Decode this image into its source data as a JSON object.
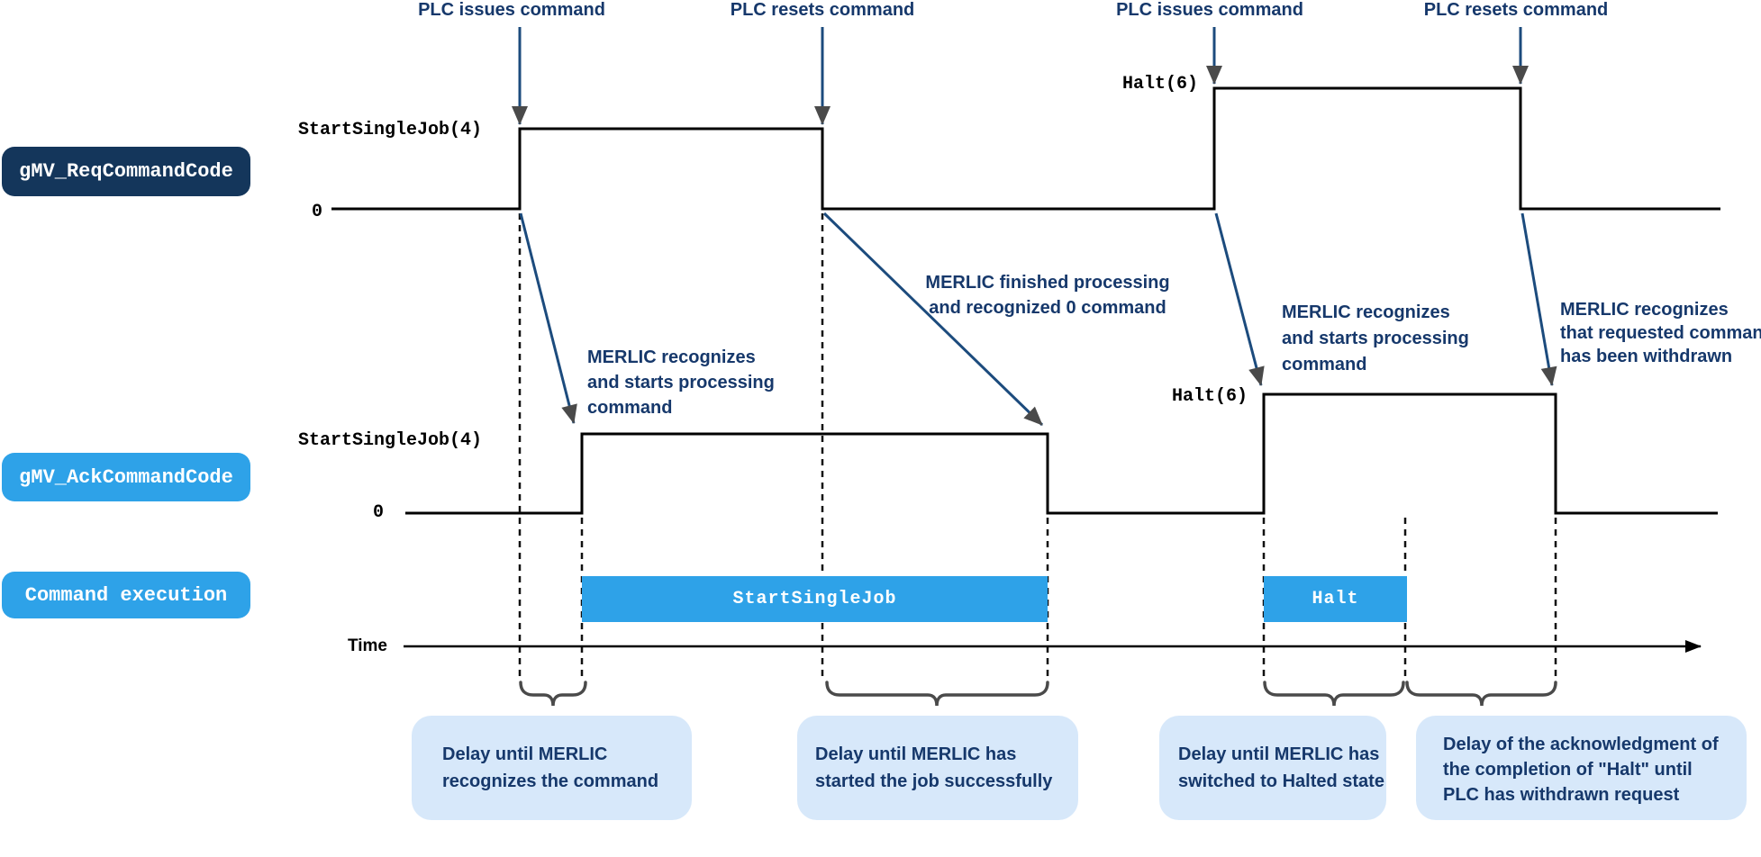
{
  "top_annotations": [
    {
      "label": "PLC issues command"
    },
    {
      "label": "PLC resets command"
    },
    {
      "label": "PLC issues command"
    },
    {
      "label": "PLC resets command"
    }
  ],
  "rows": {
    "req": {
      "label": "gMV_ReqCommandCode",
      "high1": "StartSingleJob(4)",
      "high2": "Halt(6)",
      "zero": "0"
    },
    "ack": {
      "label": "gMV_AckCommandCode",
      "high1": "StartSingleJob(4)",
      "high2": "Halt(6)",
      "zero": "0"
    },
    "exec": {
      "label": "Command execution",
      "bars": [
        {
          "label": "StartSingleJob"
        },
        {
          "label": "Halt"
        }
      ]
    }
  },
  "transition_annotations": {
    "a": {
      "lines": [
        "MERLIC recognizes",
        "and starts processing",
        "command"
      ]
    },
    "b": {
      "lines": [
        "MERLIC finished processing",
        "and recognized 0 command"
      ]
    },
    "c": {
      "lines": [
        "MERLIC recognizes",
        "and starts processing",
        "command"
      ]
    },
    "d": {
      "lines": [
        "MERLIC recognizes",
        "that requested command",
        "has been withdrawn"
      ]
    }
  },
  "time_axis": {
    "label": "Time"
  },
  "callouts": [
    {
      "lines": [
        "Delay until MERLIC",
        "recognizes the command"
      ]
    },
    {
      "lines": [
        "Delay until MERLIC has",
        "started the job successfully"
      ]
    },
    {
      "lines": [
        "Delay until MERLIC has",
        "switched to Halted state"
      ]
    },
    {
      "lines": [
        "Delay of the acknowledgment of",
        "the completion of \"Halt\" until",
        "PLC has withdrawn request"
      ]
    }
  ],
  "colors": {
    "navy-box": "#14365B",
    "blue": "#2EA2E8",
    "callout-bg": "#D7E8FA",
    "text-navy": "#16386B",
    "arrow-navy": "#1C4B7D",
    "gray": "#4A4A4A",
    "line": "#000000"
  }
}
